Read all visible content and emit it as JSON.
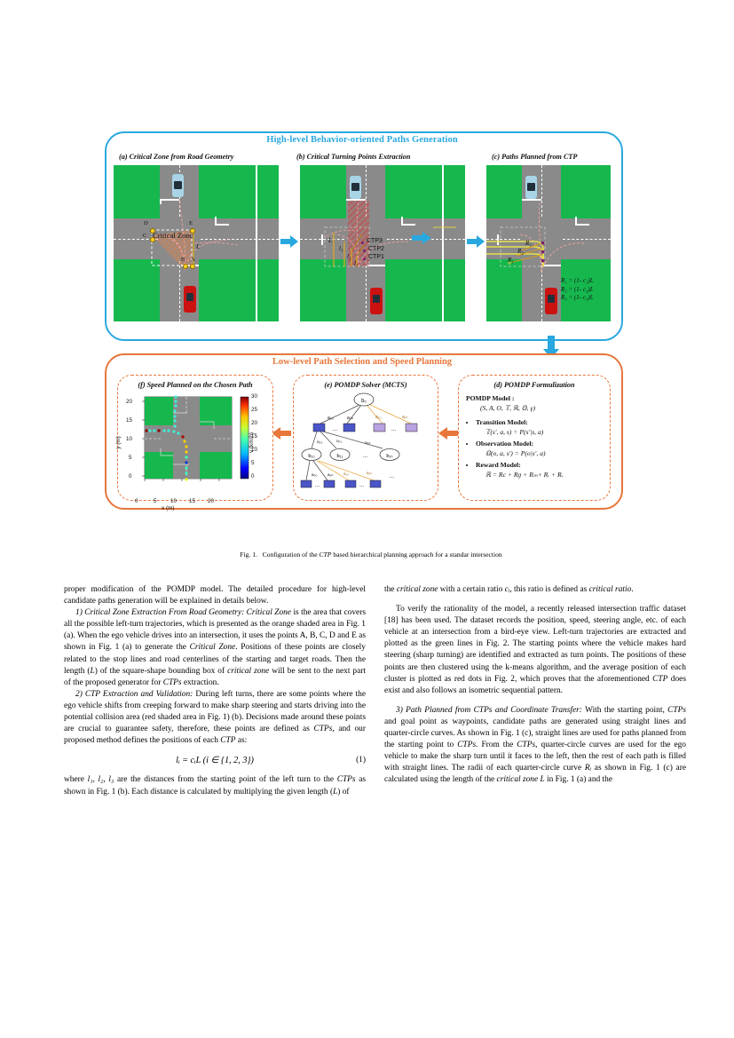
{
  "figure": {
    "highlevel_title": "High-level Behavior-oriented Paths Generation",
    "lowlevel_title": "Low-level Path Selection and Speed Planning",
    "panels": {
      "a": {
        "caption": "(a) Critical Zone from Road Geometry",
        "zone_label": "Critical Zone",
        "points": [
          "A",
          "B",
          "C",
          "D",
          "E"
        ],
        "length_label": "L"
      },
      "b": {
        "caption": "(b) Critical Turning Points Extraction",
        "ctp_labels": [
          "CTP3",
          "CTP2",
          "CTP1"
        ],
        "dist_labels": [
          "L",
          "l₃",
          "l₂",
          "l₁"
        ]
      },
      "c": {
        "caption": "(c) Paths Planned from CTP",
        "radius_labels": [
          "R₃",
          "R₂",
          "R₁"
        ],
        "formulas": [
          "R₁ = (1- c₁)L",
          "R₂ = (1- c₂)L",
          "R₃ = (1- c₃)L"
        ]
      },
      "d": {
        "caption": "(d) POMDP Formulization",
        "model_title": "POMDP Model :",
        "model_tuple": "(S, A, O, 𝕋, ℝ, 𝕆, γ)",
        "items": [
          {
            "name": "Transition Model:",
            "eq": "𝕋(s′, a, s) = P(s′|s, a)"
          },
          {
            "name": "Observation Model:",
            "eq": "𝕆(o, a, s′) = P(o|s′, a)"
          },
          {
            "name": "Reward Model:",
            "eq": "ℝ = Rс + Rɡ + Rₘ+ Rᵣ + Rᵥ"
          }
        ]
      },
      "e": {
        "caption": "(e) POMDP Solver (MCTS)",
        "root": "b₀",
        "belief_nodes": [
          "b₁₀",
          "b₁₁",
          "b₁ₙ"
        ],
        "action_labels_top": [
          "a₀₀",
          "a₀ₙ",
          "a₁₀",
          "a₁ₙ"
        ],
        "obs_labels": [
          "o₀₀",
          "o₀₁",
          "o₀ₙ"
        ],
        "action_labels_bottom": [
          "a₀₀",
          "a₀ₙ",
          "a₁₀",
          "a₁ₙ"
        ],
        "ellipsis": "..."
      },
      "f": {
        "caption": "(f) Speed Planned on the Chosen Path",
        "xlabel": "x (m)",
        "ylabel": "y (m)",
        "cbar_label": "v (km/h)",
        "xticks": [
          "0",
          "5",
          "10",
          "15",
          "20"
        ],
        "yticks": [
          "0",
          "5",
          "10",
          "15",
          "20"
        ],
        "cticks": [
          "0",
          "5",
          "10",
          "15",
          "20",
          "25",
          "30"
        ]
      }
    },
    "caption_prefix": "Fig. 1.",
    "caption_text_1": "Configuration of the ",
    "caption_math": "CTP",
    "caption_text_2": " based hierarchical planning approach for a standar intersection"
  },
  "chart_data": {
    "type": "scatter",
    "title": "(f) Speed Planned on the Chosen Path",
    "xlabel": "x (m)",
    "ylabel": "y (m)",
    "xlim": [
      -2,
      21
    ],
    "ylim": [
      -2,
      21
    ],
    "xticks": [
      0,
      5,
      10,
      15,
      20
    ],
    "yticks": [
      0,
      5,
      10,
      15,
      20
    ],
    "colorbar": {
      "label": "v (km/h)",
      "min": 0,
      "max": 30,
      "ticks": [
        0,
        5,
        10,
        15,
        20,
        25,
        30
      ]
    },
    "points": [
      {
        "x": 11.0,
        "y": -1.0,
        "v": 18
      },
      {
        "x": 11.0,
        "y": 0.6,
        "v": 14
      },
      {
        "x": 11.0,
        "y": 2.0,
        "v": 14
      },
      {
        "x": 11.0,
        "y": 3.3,
        "v": 6
      },
      {
        "x": 11.0,
        "y": 4.6,
        "v": 14
      },
      {
        "x": 11.0,
        "y": 5.9,
        "v": 21
      },
      {
        "x": 11.0,
        "y": 7.1,
        "v": 21
      },
      {
        "x": 10.6,
        "y": 8.4,
        "v": 21
      },
      {
        "x": 10.2,
        "y": 9.6,
        "v": 26
      },
      {
        "x": 9.2,
        "y": 10.5,
        "v": 16
      },
      {
        "x": 8.0,
        "y": 11.0,
        "v": 16
      },
      {
        "x": 6.7,
        "y": 11.2,
        "v": 16
      },
      {
        "x": 5.4,
        "y": 11.2,
        "v": 16
      },
      {
        "x": 4.2,
        "y": 11.1,
        "v": 28
      },
      {
        "x": 3.0,
        "y": 11.1,
        "v": 16
      },
      {
        "x": 1.8,
        "y": 11.1,
        "v": 16
      },
      {
        "x": 0.6,
        "y": 11.1,
        "v": 16
      },
      {
        "x": -0.4,
        "y": 11.1,
        "v": 28
      },
      {
        "x": 6.9,
        "y": 12.5,
        "v": 16
      },
      {
        "x": 6.9,
        "y": 13.8,
        "v": 16
      },
      {
        "x": 7.0,
        "y": 15.1,
        "v": 16
      },
      {
        "x": 7.0,
        "y": 16.4,
        "v": 16
      },
      {
        "x": 7.0,
        "y": 17.7,
        "v": 16
      },
      {
        "x": 7.0,
        "y": 19.0,
        "v": 16
      },
      {
        "x": 7.0,
        "y": 20.3,
        "v": 16
      }
    ]
  },
  "body": {
    "left": {
      "p1": "proper modification of the POMDP model. The detailed procedure for high-level candidate paths generation will be explained in details below.",
      "p2_head": "1) Critical Zone Extraction From Road Geometry:",
      "p2_a": " Critical Zone",
      "p2_b": " is the area that covers all the possible left-turn trajectories, which is presented as the orange shaded area in Fig. 1 (a). When the ego vehicle drives into an intersection, it uses the points A, B, C, D and E as shown in Fig. 1 (a) to generate the ",
      "p2_c": "Critical Zone",
      "p2_d": ". Positions of these points are closely related to the stop lines and road centerlines of the starting and target roads. Then the length (",
      "p2_L": "L",
      "p2_e": ") of the square-shape bounding box of ",
      "p2_f": "critical zone",
      "p2_g": " will be sent to the next part of the proposed generator for ",
      "p2_ctps": "CTPs",
      "p2_h": " extraction.",
      "p3_head": "2) CTP Extraction and Validation:",
      "p3_a": " During left turns, there are some points where the ego vehicle shifts from creeping forward to make sharp steering and starts driving into the potential collision area (red shaded area in Fig. 1) (b). Decisions made around these points are crucial to guarantee safety, therefore, these points are defined as ",
      "p3_ctps": "CTPs",
      "p3_b": ", and our proposed method defines the positions of each ",
      "p3_ctp": "CTP",
      "p3_c": " as:",
      "equation": "lᵢ = cᵢL   (i ∈ {1, 2, 3})",
      "equation_number": "(1)",
      "p4_a": "where ",
      "p4_l1": "l₁",
      "p4_sep1": ", ",
      "p4_l2": "l₂",
      "p4_sep2": ", ",
      "p4_l3": "l₃",
      "p4_b": " are the distances from the starting point of the left turn to the ",
      "p4_ctps": "CTPs",
      "p4_c": " as shown in Fig. 1 (b). Each distance is calculated by multiplying the given length (",
      "p4_L": "L",
      "p4_d": ") of"
    },
    "right": {
      "p1_a": "the ",
      "p1_cz": "critical zone",
      "p1_b": " with a certain ratio ",
      "p1_ci": "cᵢ",
      "p1_c": ", this ratio is defined as ",
      "p1_cr": "critical ratio",
      "p1_d": ".",
      "p2": "To verify the rationality of the model, a recently released intersection traffic dataset [18] has been used. The dataset records the position, speed, steering angle, etc. of each vehicle at an intersection from a bird-eye view. Left-turn trajectories are extracted and plotted as the green lines in Fig. 2. The starting points where the vehicle makes hard steering (sharp turning) are identified and extracted as turn points. The positions of these points are then clustered using the k-means algorithm, and the average position of each cluster is plotted as red dots in Fig. 2, which proves that the aforementioned ",
      "p2_ctp": "CTP",
      "p2_b": " does exist and also follows an isometric sequential pattern.",
      "p3_head": "3) Path Planned from CTPs and Coordinate Transfer:",
      "p3_a": " With the starting point, ",
      "p3_ctps": "CTPs",
      "p3_b": " and goal point as waypoints, candidate paths are generated using straight lines and quarter-circle curves. As shown in Fig. 1 (c), straight lines are used for paths planned from the starting point to ",
      "p3_ctps2": "CTPs",
      "p3_c": ". From the ",
      "p3_ctps3": "CTPs",
      "p3_d": ", quarter-circle curves are used for the ego vehicle to make the sharp turn until it faces to the left, then the rest of each path is filled with straight lines. The radii of each quarter-circle curve ",
      "p3_Ri": "Rᵢ",
      "p3_e": " as shown in Fig. 1 (c) are calculated using the length of the ",
      "p3_cz": "critical zone L",
      "p3_f": " in Fig. 1 (a) and the"
    }
  }
}
